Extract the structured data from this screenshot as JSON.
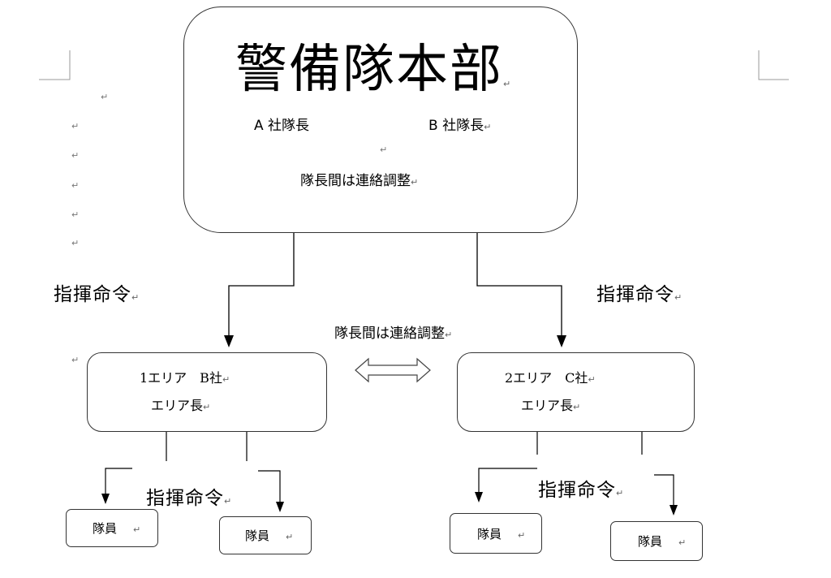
{
  "hq": {
    "title": "警備隊本部",
    "left_leader": "A 社隊長",
    "right_leader": "B 社隊長",
    "coordination": "隊長間は連絡調整"
  },
  "command_left": "指揮命令",
  "command_right": "指揮命令",
  "mid_coordination": "隊長間は連絡調整",
  "area1": {
    "line1": "1エリア　B社",
    "line2": "エリア長"
  },
  "area2": {
    "line1": "2エリア　C社",
    "line2": "エリア長"
  },
  "area1_command": "指揮命令",
  "area2_command": "指揮命令",
  "members": [
    "隊員",
    "隊員",
    "隊員",
    "隊員"
  ],
  "return_mark": "↵"
}
